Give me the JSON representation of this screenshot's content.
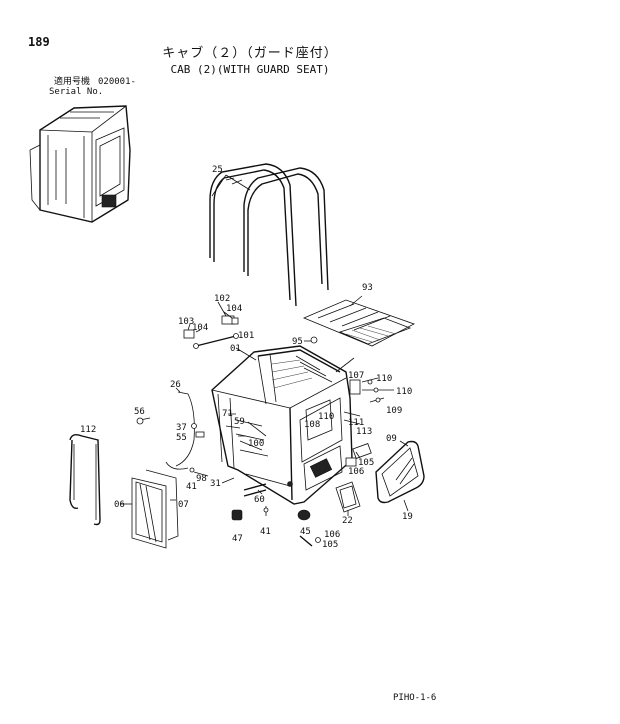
{
  "header": {
    "page_number": "189",
    "title_jp": "キャブ（２）（ガード座付）",
    "title_en": "CAB (2)(WITH GUARD SEAT)",
    "serial_jp": "適用号機",
    "serial_value": "020001-",
    "serial_en": "Serial No."
  },
  "callouts": [
    "25",
    "93",
    "102",
    "104",
    "103",
    "104",
    "101",
    "01",
    "95",
    "26",
    "56",
    "107",
    "110",
    "110",
    "109",
    "71",
    "59",
    "37",
    "55",
    "110",
    "108",
    "111",
    "113",
    "100",
    "09",
    "112",
    "41",
    "98",
    "105",
    "31",
    "106",
    "06",
    "07",
    "60",
    "22",
    "19",
    "47",
    "41",
    "45",
    "106",
    "105"
  ],
  "footer": {
    "page_ref": "PIHO-1-6"
  }
}
